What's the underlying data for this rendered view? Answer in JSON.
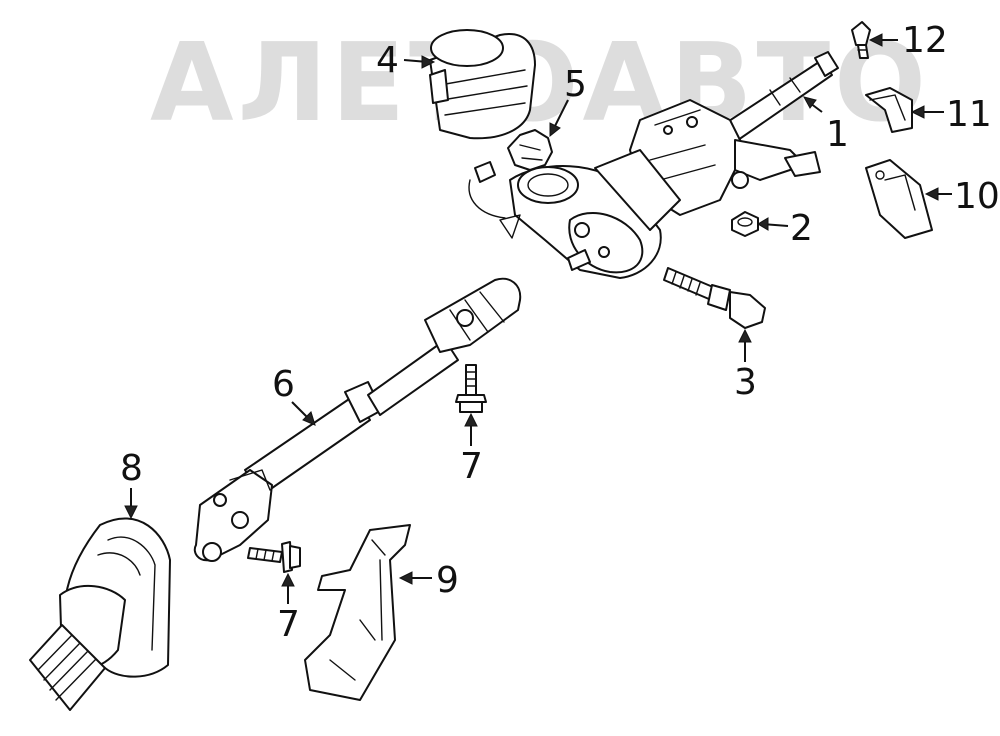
{
  "watermark": {
    "text": "АЛЕТОАВТО",
    "color": "#c8c8c8"
  },
  "callouts": [
    {
      "id": "c1",
      "label": "1"
    },
    {
      "id": "c2",
      "label": "2"
    },
    {
      "id": "c3",
      "label": "3"
    },
    {
      "id": "c4",
      "label": "4"
    },
    {
      "id": "c5",
      "label": "5"
    },
    {
      "id": "c6",
      "label": "6"
    },
    {
      "id": "c7a",
      "label": "7"
    },
    {
      "id": "c7b",
      "label": "7"
    },
    {
      "id": "c8",
      "label": "8"
    },
    {
      "id": "c9",
      "label": "9"
    },
    {
      "id": "c10",
      "label": "10"
    },
    {
      "id": "c11",
      "label": "11"
    },
    {
      "id": "c12",
      "label": "12"
    }
  ],
  "colors": {
    "line": "#111111",
    "background": "#ffffff"
  }
}
